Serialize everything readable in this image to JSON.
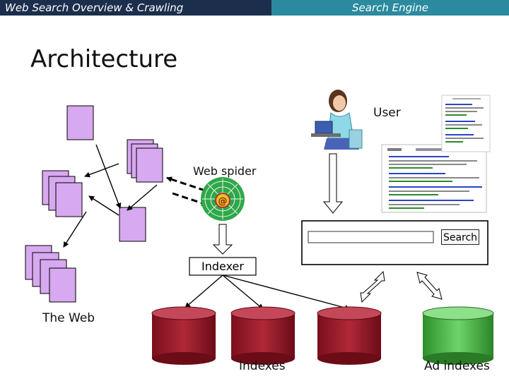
{
  "header": {
    "left": "Web Search Overview & Crawling",
    "right": "Search Engine"
  },
  "title": "Architecture",
  "labels": {
    "user": "User",
    "web_spider": "Web spider",
    "search_button": "Search",
    "indexer": "Indexer",
    "the_web": "The Web",
    "indexes": "Indexes",
    "ad_indexes": "Ad indexes"
  },
  "colors": {
    "header_dark": "#1b2f4c",
    "header_teal": "#2b8a9e",
    "page_fill": "#d7a9f0",
    "index_db": "#9b1d2b",
    "ad_db": "#4fb84a"
  },
  "icons": [
    "user-at-laptop-icon",
    "spider-web-icon",
    "results-page-icon"
  ]
}
